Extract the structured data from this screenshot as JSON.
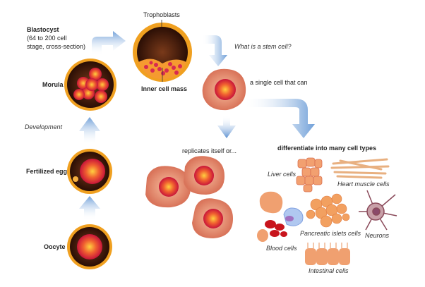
{
  "stages": {
    "oocyte": "Oocyte",
    "fertilized_egg": "Fertilized egg",
    "morula": "Morula",
    "blastocyst": "Blastocyst",
    "blastocyst_note_1": "(64 to 200 cell",
    "blastocyst_note_2": "stage, cross-section)",
    "development": "Development",
    "trophoblasts": "Trophoblasts",
    "inner_cell_mass": "Inner cell mass"
  },
  "stem": {
    "question": "What is a stem cell?",
    "definition": "a single cell that can",
    "replicates": "replicates itself or...",
    "differentiate": "differentiate into many cell types"
  },
  "cell_types": {
    "liver": "Liver cells",
    "heart": "Heart muscle cells",
    "pancreatic": "Pancreatic islets cells",
    "neurons": "Neurons",
    "blood": "Blood cells",
    "intestinal": "Intestinal cells"
  },
  "colors": {
    "arrow": "#6f9fd8",
    "egg_ring": "#f0a020",
    "cell": "#e9967a",
    "nucleus": "#e8303a"
  }
}
